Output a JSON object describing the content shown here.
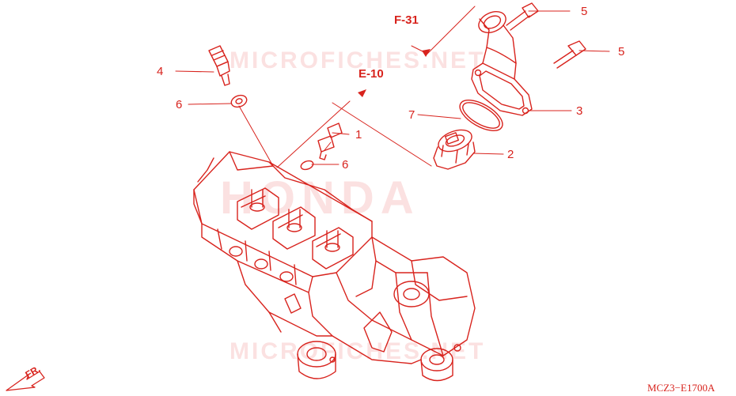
{
  "diagram": {
    "watermark_top": "MICROFICHES.NET",
    "watermark_bottom": "MICROFICHES.NET",
    "watermark_brand": "HONDA",
    "ref_f31": "F-31",
    "ref_e10": "E-10",
    "direction_label": "FR.",
    "diagram_code": "MCZ3−E1700A",
    "callouts": {
      "c1": "1",
      "c2": "2",
      "c3": "3",
      "c4": "4",
      "c5a": "5",
      "c5b": "5",
      "c6a": "6",
      "c6b": "6",
      "c7": "7"
    },
    "colors": {
      "line": "#d8231d",
      "watermark": "#e85858"
    }
  }
}
